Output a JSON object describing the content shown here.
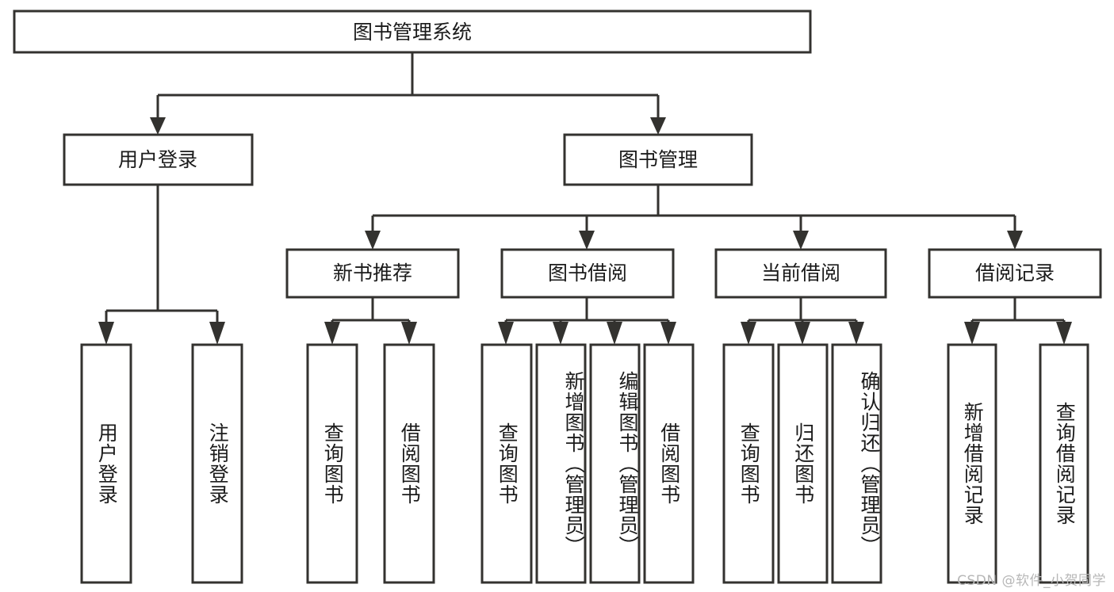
{
  "diagram": {
    "title": "图书管理系统",
    "type": "hierarchy-tree",
    "orientation": "top-down",
    "line_color": "#33322f",
    "box_fill": "#ffffff",
    "text_color": "#1b1b1b",
    "levels": 4,
    "root": {
      "id": "root",
      "label": "图书管理系统",
      "text_orientation": "horizontal"
    },
    "level2": [
      {
        "id": "user-login",
        "label": "用户登录",
        "text_orientation": "horizontal"
      },
      {
        "id": "book-management",
        "label": "图书管理",
        "text_orientation": "horizontal"
      }
    ],
    "level3": [
      {
        "id": "new-book-recommend",
        "label": "新书推荐",
        "text_orientation": "horizontal",
        "parent": "book-management"
      },
      {
        "id": "book-borrow",
        "label": "图书借阅",
        "text_orientation": "horizontal",
        "parent": "book-management"
      },
      {
        "id": "current-borrow",
        "label": "当前借阅",
        "text_orientation": "horizontal",
        "parent": "book-management"
      },
      {
        "id": "borrow-record",
        "label": "借阅记录",
        "text_orientation": "horizontal",
        "parent": "book-management"
      }
    ],
    "leaves": {
      "user_login": [
        {
          "id": "leaf-user-login",
          "label": "用户登录",
          "text_orientation": "vertical"
        },
        {
          "id": "leaf-user-logout",
          "label": "注销登录",
          "text_orientation": "vertical"
        }
      ],
      "new_book_recommend": [
        {
          "id": "leaf-query-book-1",
          "label": "查询图书",
          "text_orientation": "vertical"
        },
        {
          "id": "leaf-borrow-book-1",
          "label": "借阅图书",
          "text_orientation": "vertical"
        }
      ],
      "book_borrow": [
        {
          "id": "leaf-query-book-2",
          "label": "查询图书",
          "text_orientation": "vertical"
        },
        {
          "id": "leaf-add-book-admin",
          "label": "新增图书（管理员）",
          "text_orientation": "vertical"
        },
        {
          "id": "leaf-edit-book-admin",
          "label": "编辑图书（管理员）",
          "text_orientation": "vertical"
        },
        {
          "id": "leaf-borrow-book-2",
          "label": "借阅图书",
          "text_orientation": "vertical"
        }
      ],
      "current_borrow": [
        {
          "id": "leaf-query-book-3",
          "label": "查询图书",
          "text_orientation": "vertical"
        },
        {
          "id": "leaf-return-book",
          "label": "归还图书",
          "text_orientation": "vertical"
        },
        {
          "id": "leaf-confirm-return-admin",
          "label": "确认归还（管理员）",
          "text_orientation": "vertical"
        }
      ],
      "borrow_record": [
        {
          "id": "leaf-add-borrow-record",
          "label": "新增借阅记录",
          "text_orientation": "vertical"
        },
        {
          "id": "leaf-query-borrow-record",
          "label": "查询借阅记录",
          "text_orientation": "vertical"
        }
      ]
    }
  },
  "watermark": {
    "text": "CSDN @软件_小贺同学",
    "color": "#b7b7b7"
  }
}
